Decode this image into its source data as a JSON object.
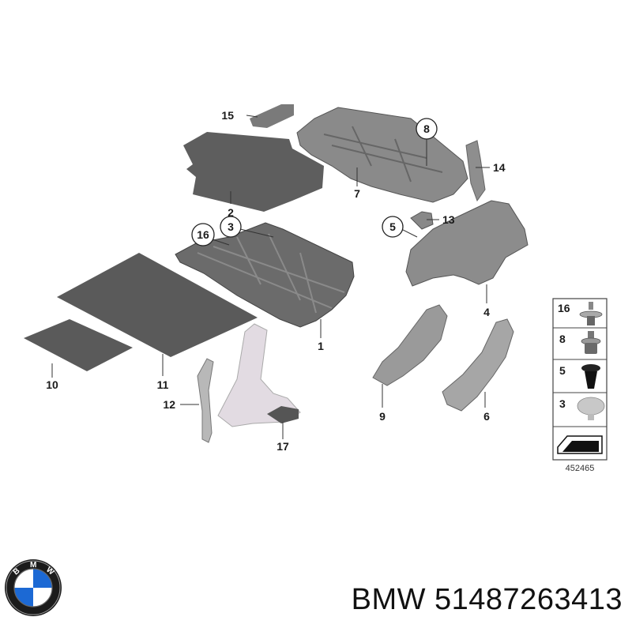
{
  "callouts": [
    {
      "id": "1",
      "text": "1"
    },
    {
      "id": "2",
      "text": "2"
    },
    {
      "id": "3",
      "text": "3"
    },
    {
      "id": "4",
      "text": "4"
    },
    {
      "id": "5",
      "text": "5"
    },
    {
      "id": "6",
      "text": "6"
    },
    {
      "id": "7",
      "text": "7"
    },
    {
      "id": "8",
      "text": "8"
    },
    {
      "id": "9",
      "text": "9"
    },
    {
      "id": "10",
      "text": "10"
    },
    {
      "id": "11",
      "text": "11"
    },
    {
      "id": "12",
      "text": "12"
    },
    {
      "id": "13",
      "text": "13"
    },
    {
      "id": "14",
      "text": "14"
    },
    {
      "id": "15",
      "text": "15"
    },
    {
      "id": "16",
      "text": "16"
    },
    {
      "id": "17",
      "text": "17"
    }
  ],
  "legend": {
    "items": [
      {
        "label": "16",
        "icon": "push-clip-icon"
      },
      {
        "label": "8",
        "icon": "expanding-rivet-icon"
      },
      {
        "label": "5",
        "icon": "tree-clip-icon"
      },
      {
        "label": "3",
        "icon": "plug-cap-icon"
      }
    ],
    "footer_icon": "sheet-reference-icon"
  },
  "diagram_ref": "452465",
  "brand": "BMW",
  "part_number": "51487263413",
  "footer_text": "BMW 51487263413",
  "colors": {
    "mat": "#595959",
    "part_dark": "#6e6e6e",
    "part_mid": "#9a9a9a",
    "part_light": "#d9d9d9",
    "trim_light": "#e4dde4",
    "bmw_blue": "#1c69d4"
  }
}
